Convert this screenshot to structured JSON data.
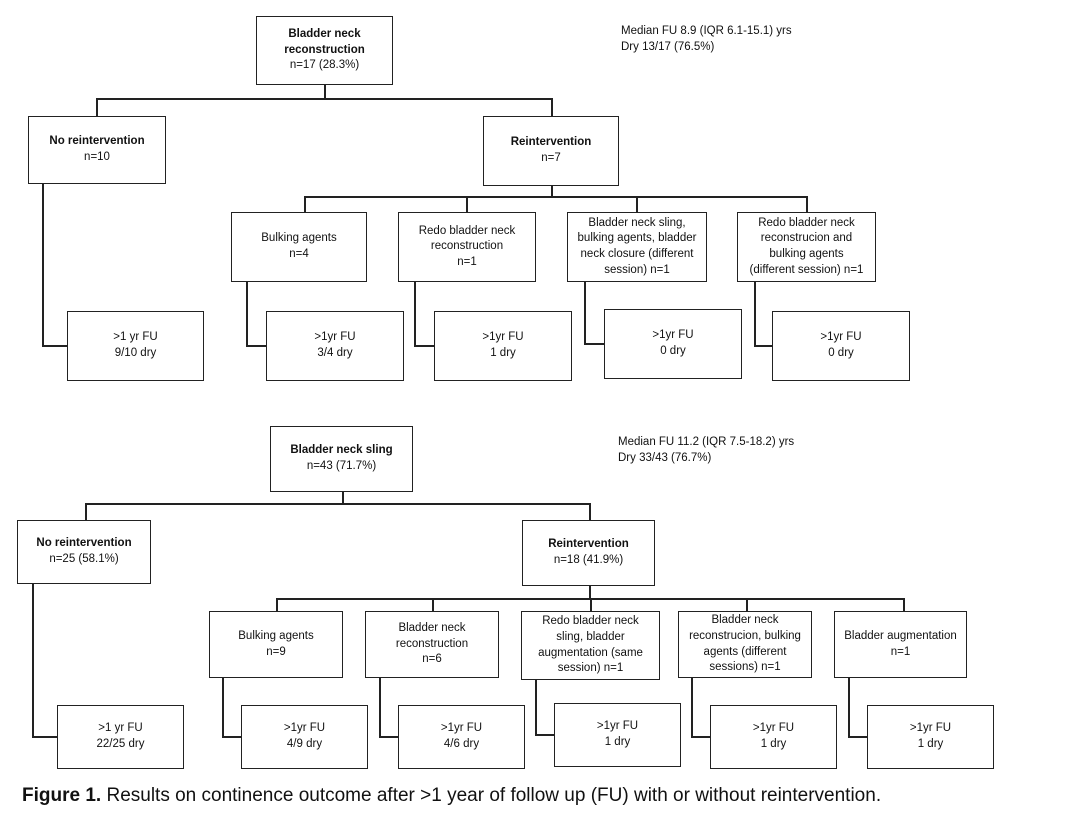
{
  "top": {
    "root": {
      "title": "Bladder neck reconstruction",
      "n": "n=17 (28.3%)"
    },
    "stats": [
      "Median FU 8.9 (IQR 6.1-15.1) yrs",
      "Dry 13/17 (76.5%)"
    ],
    "no_reintervention": {
      "title": "No reintervention",
      "n": "n=10"
    },
    "reintervention": {
      "title": "Reintervention",
      "n": "n=7"
    },
    "subgroups": [
      {
        "lines": [
          "Bulking agents",
          "n=4"
        ]
      },
      {
        "lines": [
          "Redo bladder neck",
          "reconstruction",
          "n=1"
        ]
      },
      {
        "lines": [
          "Bladder neck sling,",
          "bulking agents, bladder",
          "neck closure (different",
          "session)  n=1"
        ]
      },
      {
        "lines": [
          "Redo bladder neck",
          "reconstrucion and",
          "bulking agents",
          "(different session)  n=1"
        ]
      }
    ],
    "outcomes": [
      {
        "fu": ">1 yr FU",
        "dry": "9/10 dry"
      },
      {
        "fu": ">1yr FU",
        "dry": "3/4 dry"
      },
      {
        "fu": ">1yr FU",
        "dry": "1 dry"
      },
      {
        "fu": ">1yr FU",
        "dry": "0 dry"
      },
      {
        "fu": ">1yr FU",
        "dry": "0 dry"
      }
    ]
  },
  "bottom": {
    "root": {
      "title": "Bladder neck sling",
      "n": "n=43 (71.7%)"
    },
    "stats": [
      "Median FU 11.2 (IQR 7.5-18.2) yrs",
      "Dry 33/43 (76.7%)"
    ],
    "no_reintervention": {
      "title": "No reintervention",
      "n": "n=25 (58.1%)"
    },
    "reintervention": {
      "title": "Reintervention",
      "n": "n=18 (41.9%)"
    },
    "subgroups": [
      {
        "lines": [
          "Bulking agents",
          "n=9"
        ]
      },
      {
        "lines": [
          "Bladder neck",
          "reconstruction",
          "n=6"
        ]
      },
      {
        "lines": [
          "Redo bladder neck",
          "sling, bladder",
          "augmentation (same",
          "session)  n=1"
        ]
      },
      {
        "lines": [
          "Bladder neck",
          "reconstrucion, bulking",
          "agents (different",
          "sessions)  n=1"
        ]
      },
      {
        "lines": [
          "Bladder augmentation",
          "n=1"
        ]
      }
    ],
    "outcomes": [
      {
        "fu": ">1 yr FU",
        "dry": "22/25 dry"
      },
      {
        "fu": ">1yr FU",
        "dry": "4/9 dry"
      },
      {
        "fu": ">1yr FU",
        "dry": "4/6 dry"
      },
      {
        "fu": ">1yr FU",
        "dry": "1 dry"
      },
      {
        "fu": ">1yr FU",
        "dry": "1 dry"
      },
      {
        "fu": ">1yr FU",
        "dry": "1 dry"
      }
    ]
  },
  "caption": {
    "label": "Figure 1.",
    "text": " Results on continence outcome after >1 year of follow up (FU) with or without reintervention."
  }
}
